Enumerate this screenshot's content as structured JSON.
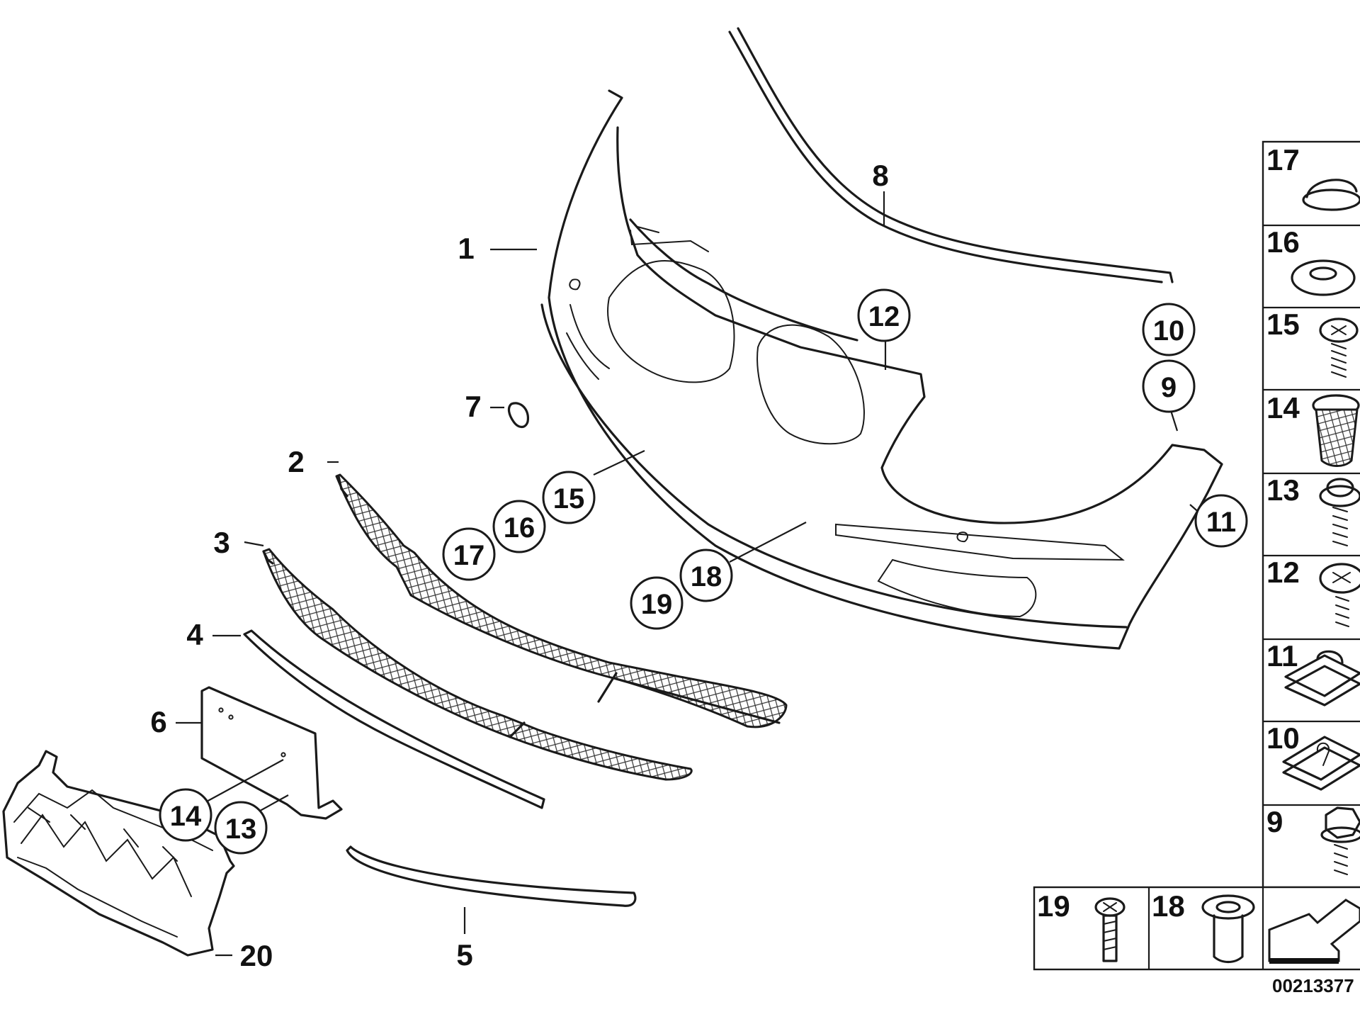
{
  "diagram": {
    "drawing_number": "00213377",
    "callouts_plain": [
      {
        "id": "1"
      },
      {
        "id": "2"
      },
      {
        "id": "3"
      },
      {
        "id": "4"
      },
      {
        "id": "5"
      },
      {
        "id": "6"
      },
      {
        "id": "7"
      },
      {
        "id": "8"
      },
      {
        "id": "11"
      },
      {
        "id": "20"
      }
    ],
    "callouts_circled": [
      {
        "id": "9"
      },
      {
        "id": "10"
      },
      {
        "id": "12"
      },
      {
        "id": "13"
      },
      {
        "id": "14"
      },
      {
        "id": "15"
      },
      {
        "id": "16"
      },
      {
        "id": "17"
      },
      {
        "id": "18"
      },
      {
        "id": "19"
      }
    ],
    "fastener_panel": [
      {
        "id": "17",
        "icon": "grommet-cap-icon"
      },
      {
        "id": "16",
        "icon": "washer-ring-icon"
      },
      {
        "id": "15",
        "icon": "pan-head-screw-icon"
      },
      {
        "id": "14",
        "icon": "expanding-nut-icon"
      },
      {
        "id": "13",
        "icon": "washer-screw-icon"
      },
      {
        "id": "12",
        "icon": "flange-screw-icon"
      },
      {
        "id": "11",
        "icon": "clip-nut-icon"
      },
      {
        "id": "10",
        "icon": "spring-clip-icon"
      },
      {
        "id": "9",
        "icon": "hex-bolt-icon"
      }
    ],
    "bottom_panel": [
      {
        "id": "19",
        "icon": "bolt-icon"
      },
      {
        "id": "18",
        "icon": "plastic-nut-icon"
      },
      {
        "id": "",
        "icon": "direction-arrow-icon"
      }
    ]
  }
}
